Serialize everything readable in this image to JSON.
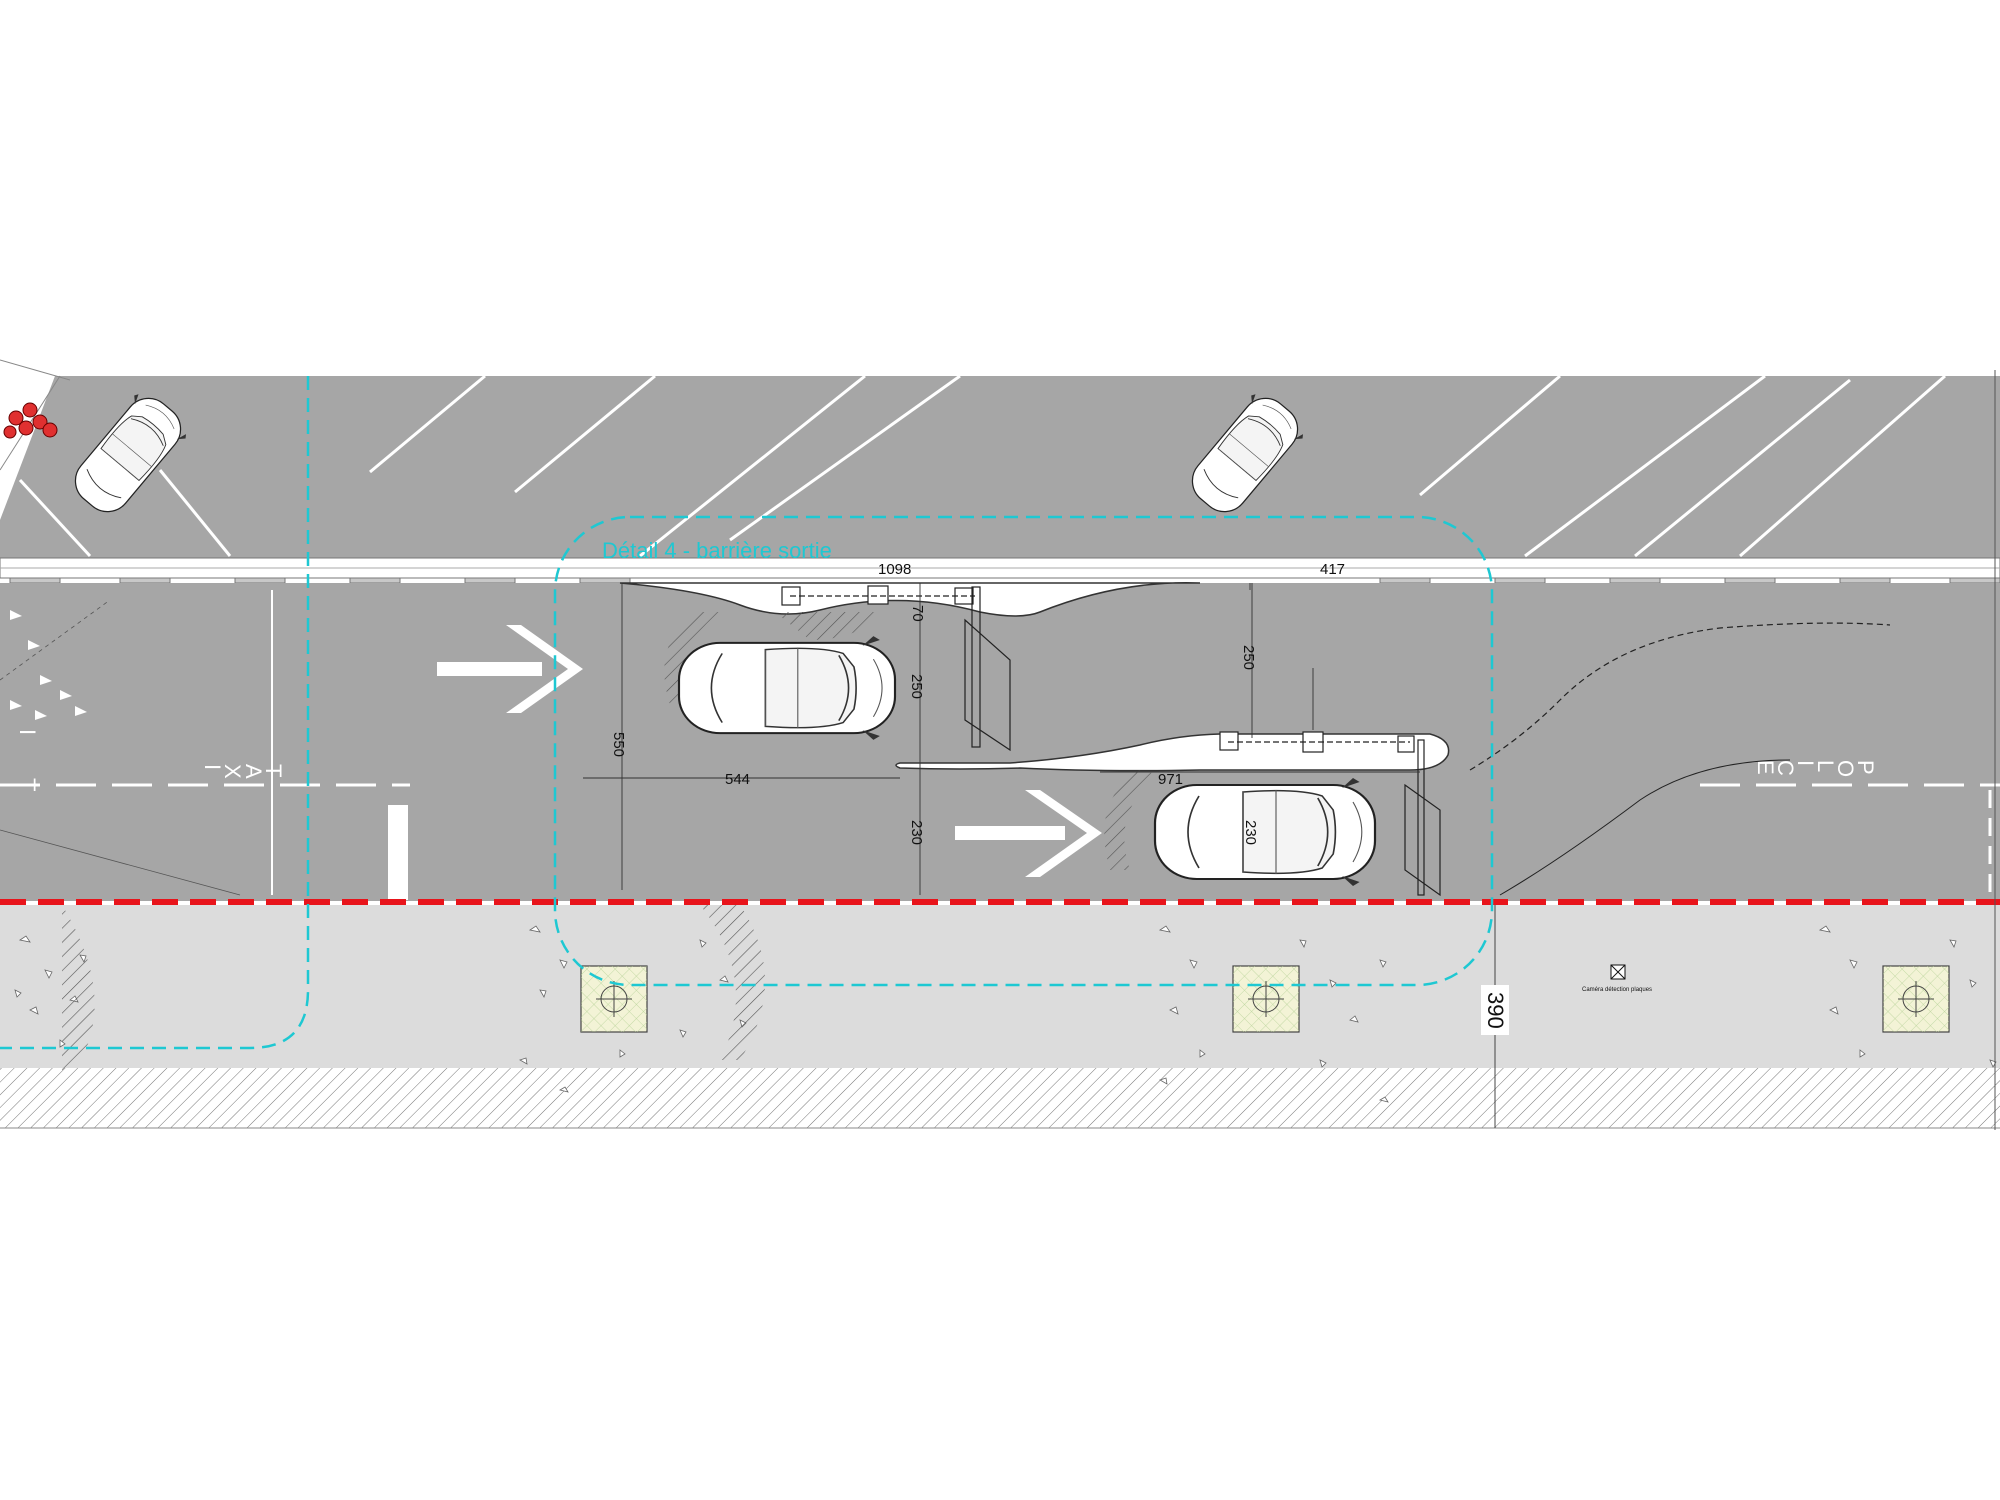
{
  "detail_title": "Détail 4 - barrière sortie",
  "lane_labels": {
    "taxi": [
      "T",
      "A",
      "X",
      "I"
    ],
    "police": [
      "P",
      "O",
      "L",
      "I",
      "C",
      "E"
    ],
    "partial": [
      "I",
      "T"
    ]
  },
  "dimensions": {
    "d1098": "1098",
    "d417": "417",
    "d70": "70",
    "d250_car": "250",
    "d250_gap": "250",
    "d550": "550",
    "d544": "544",
    "d971": "971",
    "d230_left": "230",
    "d230_car": "230",
    "d390": "390"
  },
  "camera_label": "Caméra détection plaques",
  "colors": {
    "asphalt": "#a6a6a6",
    "sidewalk": "#dcdcdc",
    "detail_outline": "#1ec8d2",
    "red_line": "#e8141b",
    "marking": "#ffffff",
    "tree_pit": "#f3f3d6"
  },
  "icons": {
    "arrow": "right-arrow-marking",
    "car": "car-top-view",
    "tree": "tree-pit",
    "camera": "camera-box"
  }
}
